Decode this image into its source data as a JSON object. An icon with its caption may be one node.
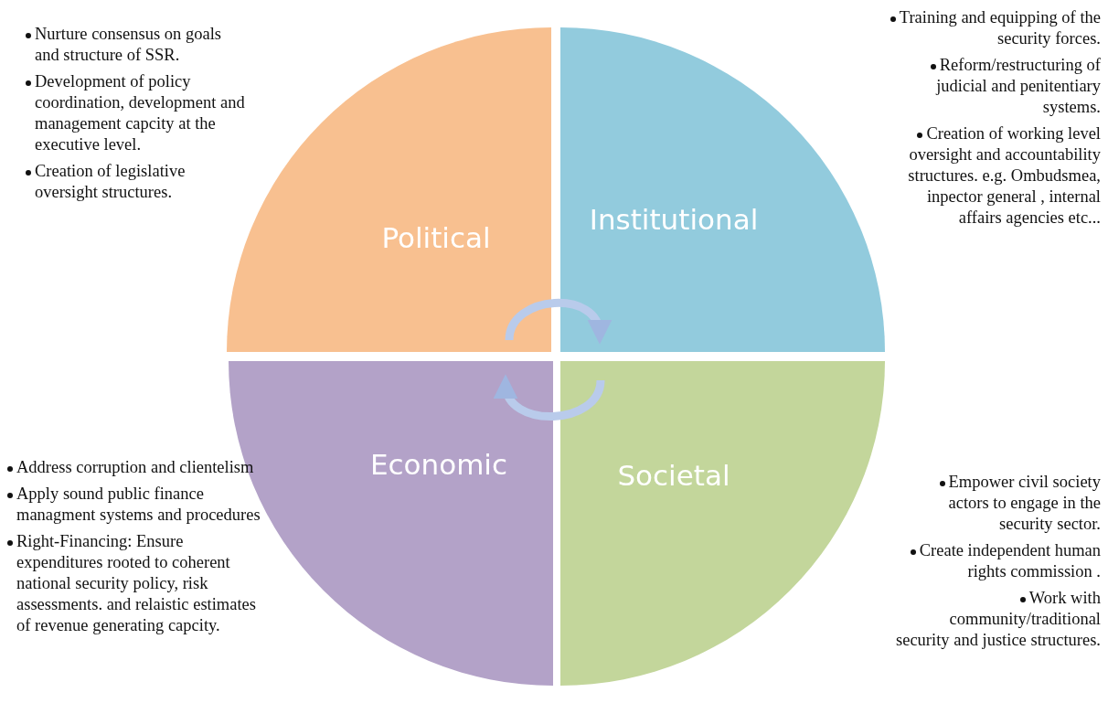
{
  "diagram": {
    "nodes": [
      {
        "text": [
          "Political"
        ],
        "beside": [
          "Nurture consensus on goals and structure of SSR.",
          "Development of policy coordination, development and management capcity at the executive level.",
          "Creation of legislative oversight structures."
        ]
      },
      {
        "text": [
          "Institutional"
        ],
        "beside": [
          "Training and equipping of the security forces.",
          "Reform/restructuring of judicial and penitentiary systems.",
          "Creation of working level oversight and accountability structures. e.g. Ombudsmea, inpector general , internal affairs agencies etc..."
        ]
      },
      {
        "text": [
          "Economic"
        ],
        "beside": [
          "Address corruption and clientelism",
          "Apply sound public finance managment systems and procedures",
          "Right-Financing: Ensure expenditures rooted to coherent national security policy, risk assessments. and relaistic estimates of revenue generating capcity."
        ]
      },
      {
        "text": [
          "Societal"
        ],
        "beside": [
          "Empower civil society actors to engage in the security sector.",
          "Create independent human rights commission .",
          "Work with community/traditional security and justice structures."
        ]
      }
    ],
    "edges": [
      {
        "from": 0,
        "to": 1,
        "arrow": "to"
      },
      {
        "from": 3,
        "to": 2,
        "arrow": "to"
      }
    ]
  }
}
